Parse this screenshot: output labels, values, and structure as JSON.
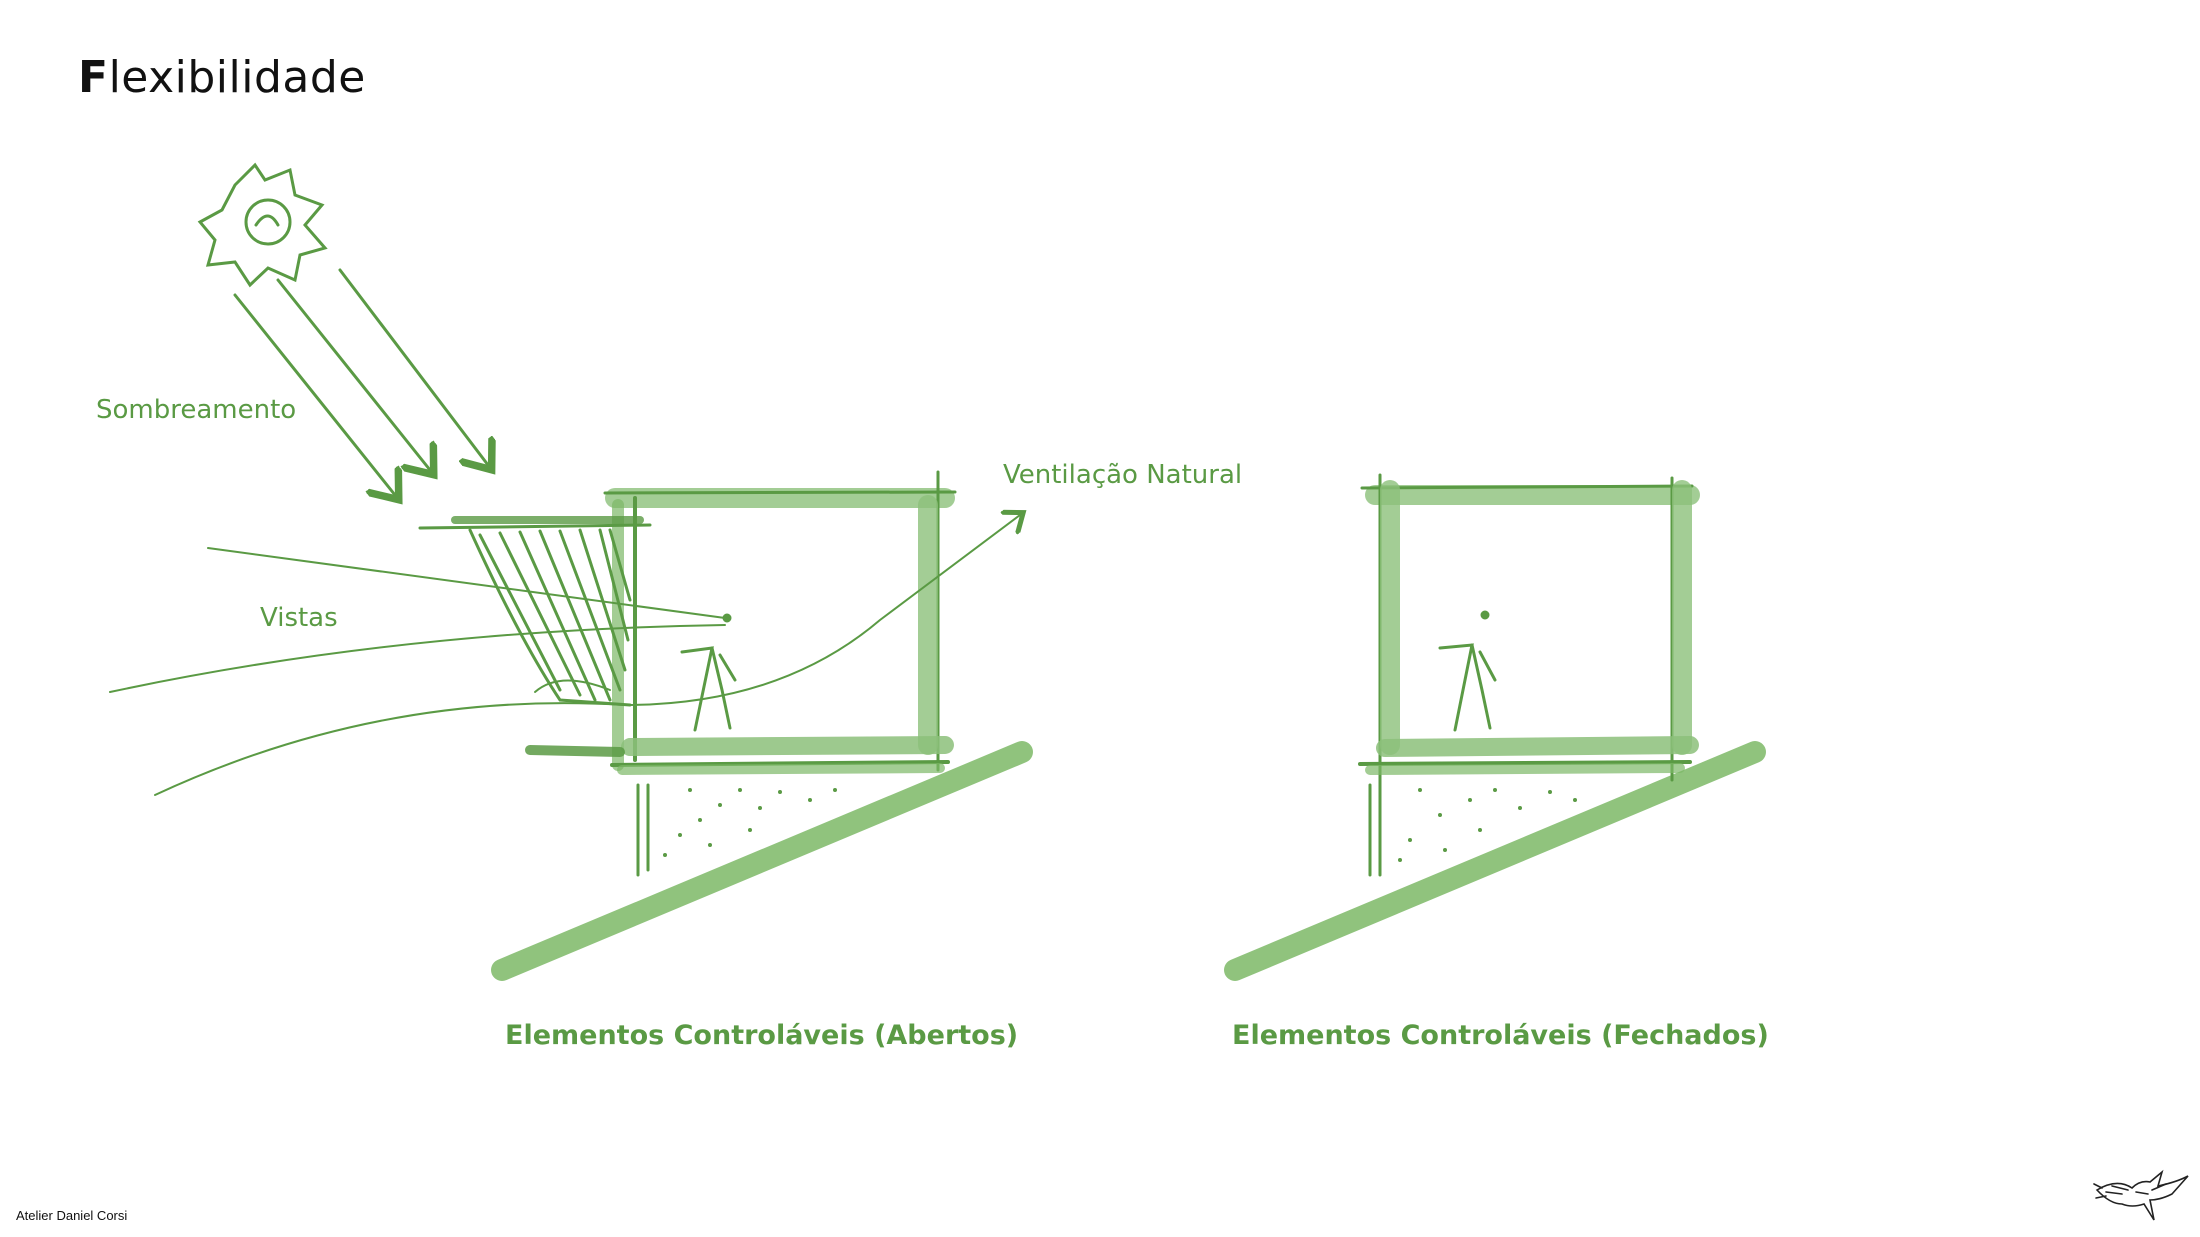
{
  "title": {
    "first": "F",
    "rest": "lexibilidade"
  },
  "labels": {
    "shading": "Sombreamento",
    "views": "Vistas",
    "ventilation": "Ventilação Natural"
  },
  "captions": {
    "open": "Elementos Controláveis (Abertos)",
    "closed": "Elementos Controláveis (Fechados)"
  },
  "footer": "Atelier Daniel Corsi",
  "colors": {
    "sketch": "#5a9a44",
    "sketch_light": "#8cc07a",
    "text": "#111111"
  },
  "icons": {
    "sun": "sun-icon",
    "logo": "bird-logo-icon"
  }
}
